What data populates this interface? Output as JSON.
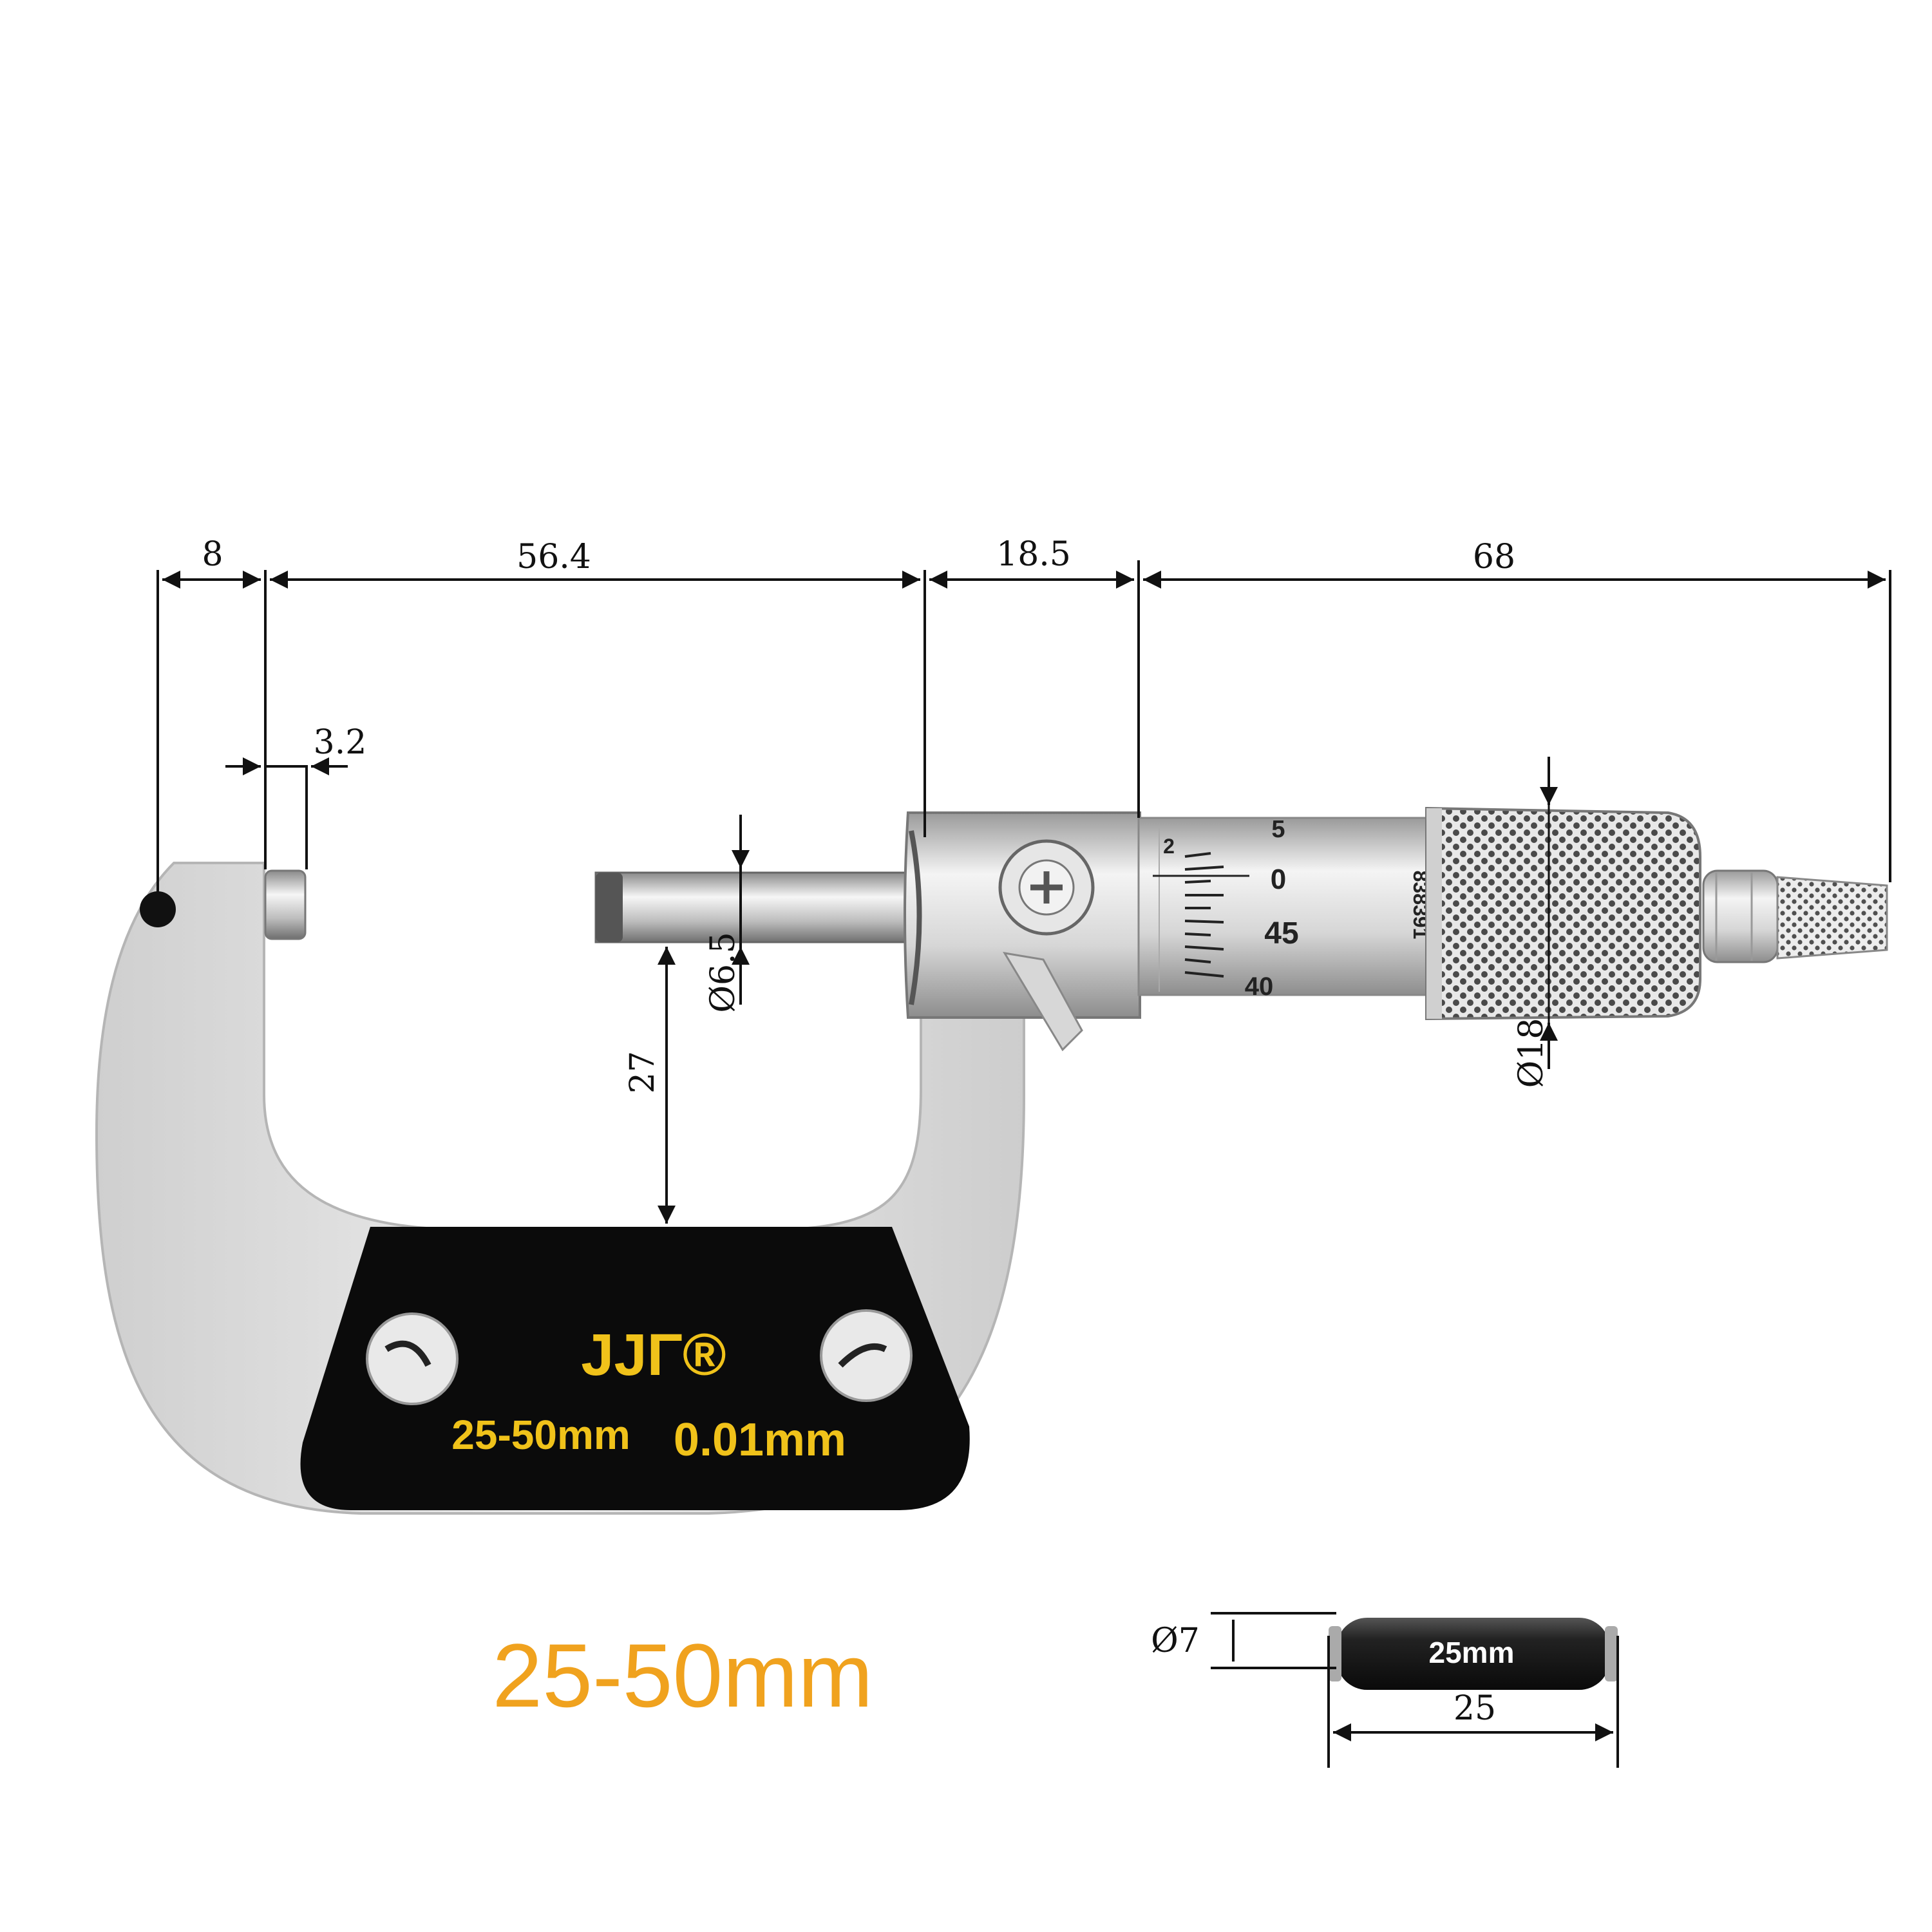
{
  "dimensions": {
    "anvil_length": "8",
    "frame_gap": "56.4",
    "sleeve_length": "18.5",
    "thimble_length": "68",
    "anvil_diameter": "3.2",
    "spindle_diameter": "Ø6.5",
    "throat_depth": "27",
    "thimble_diameter": "Ø18"
  },
  "nameplate": {
    "logo": "JJΓ®",
    "range": "25-50mm",
    "resolution": "0.01mm"
  },
  "thimble_scale": {
    "top_mark": "5",
    "left_mark": "2",
    "zero": "0",
    "mark_45": "45",
    "mark_40": "40",
    "serial": "838391"
  },
  "product_label": "25-50mm",
  "standard_rod": {
    "label": "25mm",
    "diameter": "Ø7",
    "length": "25"
  },
  "colors": {
    "accent_orange": "#f0a21e",
    "plate_text_yellow": "#f0c21a",
    "plate_black": "#0b0b0b",
    "frame_silver": "#dcdcdc"
  }
}
